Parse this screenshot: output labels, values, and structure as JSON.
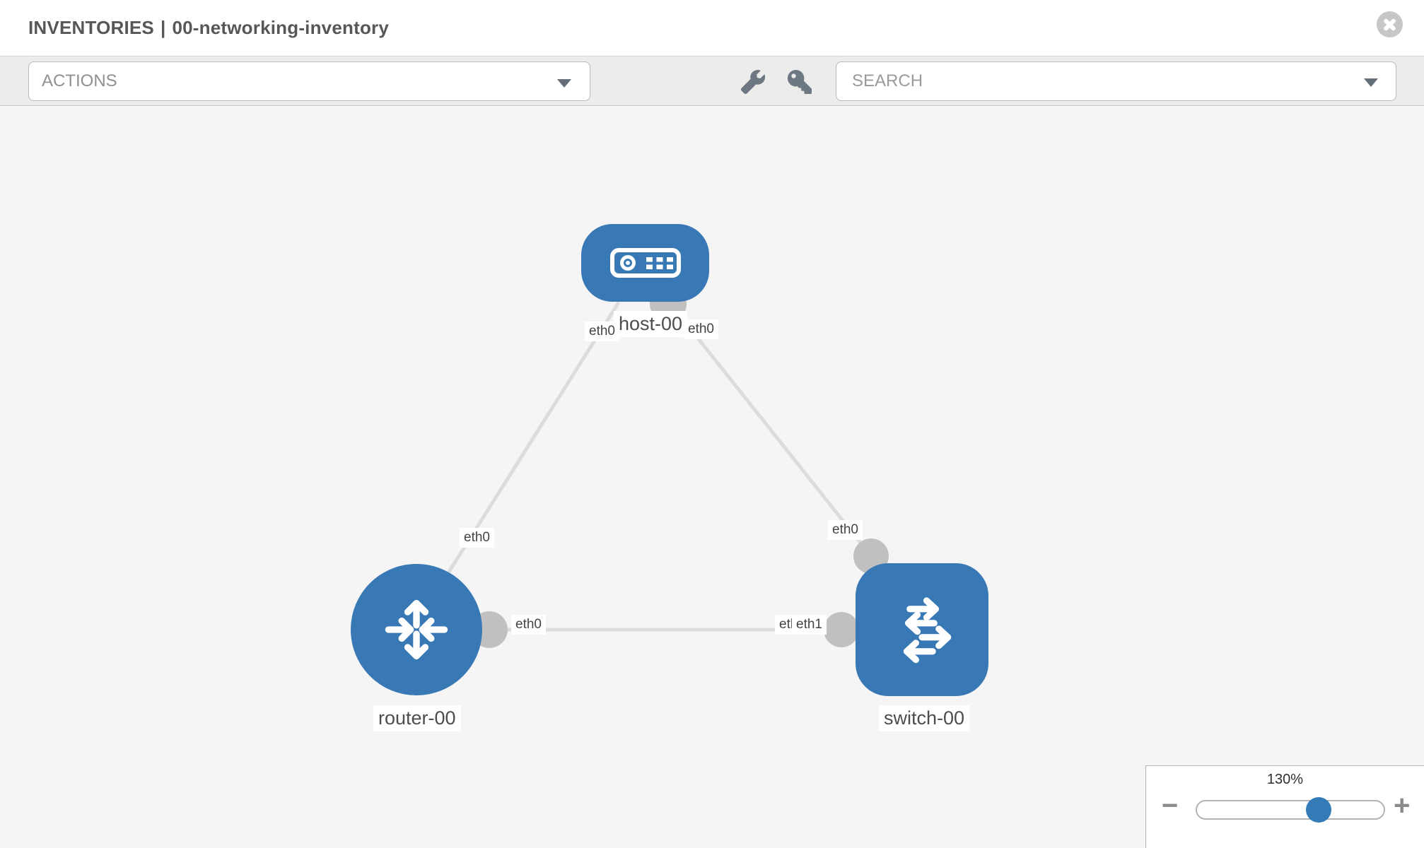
{
  "header": {
    "section": "INVENTORIES",
    "separator": "|",
    "inventory_name": "00-networking-inventory",
    "close_icon": "close-icon"
  },
  "toolbar": {
    "actions_label": "ACTIONS",
    "search_placeholder": "SEARCH",
    "wrench_icon": "wrench-icon",
    "key_icon": "key-icon"
  },
  "canvas": {
    "nodes": [
      {
        "id": "host-00",
        "type": "host",
        "label": "host-00",
        "icon": "host-icon"
      },
      {
        "id": "router-00",
        "type": "router",
        "label": "router-00",
        "icon": "router-icon"
      },
      {
        "id": "switch-00",
        "type": "switch",
        "label": "switch-00",
        "icon": "switch-icon"
      }
    ],
    "links": [
      {
        "from": "host-00",
        "to": "router-00",
        "from_port": "eth0",
        "to_port": "eth0"
      },
      {
        "from": "host-00",
        "to": "switch-00",
        "from_port": "eth0",
        "to_port": "eth0"
      },
      {
        "from": "router-00",
        "to": "switch-00",
        "from_port": "eth0",
        "to_port": "eth1"
      }
    ],
    "ports": [
      {
        "label": "eth0"
      },
      {
        "label": "eth0"
      },
      {
        "label": "eth0"
      },
      {
        "label": "eth0"
      },
      {
        "label": "eth0"
      },
      {
        "label": "eth0"
      },
      {
        "label": "eth1"
      }
    ]
  },
  "zoom_panel": {
    "zoom_level": "130%",
    "minus_label": "−",
    "plus_label": "+"
  },
  "colors": {
    "node_blue": "#3879b5",
    "edge_gray": "#dcdcdc",
    "dot_gray": "#c0c0c0",
    "accent_blue": "#337ab7",
    "canvas_bg": "#f5f5f5",
    "toolbar_bg": "#ececeb"
  }
}
